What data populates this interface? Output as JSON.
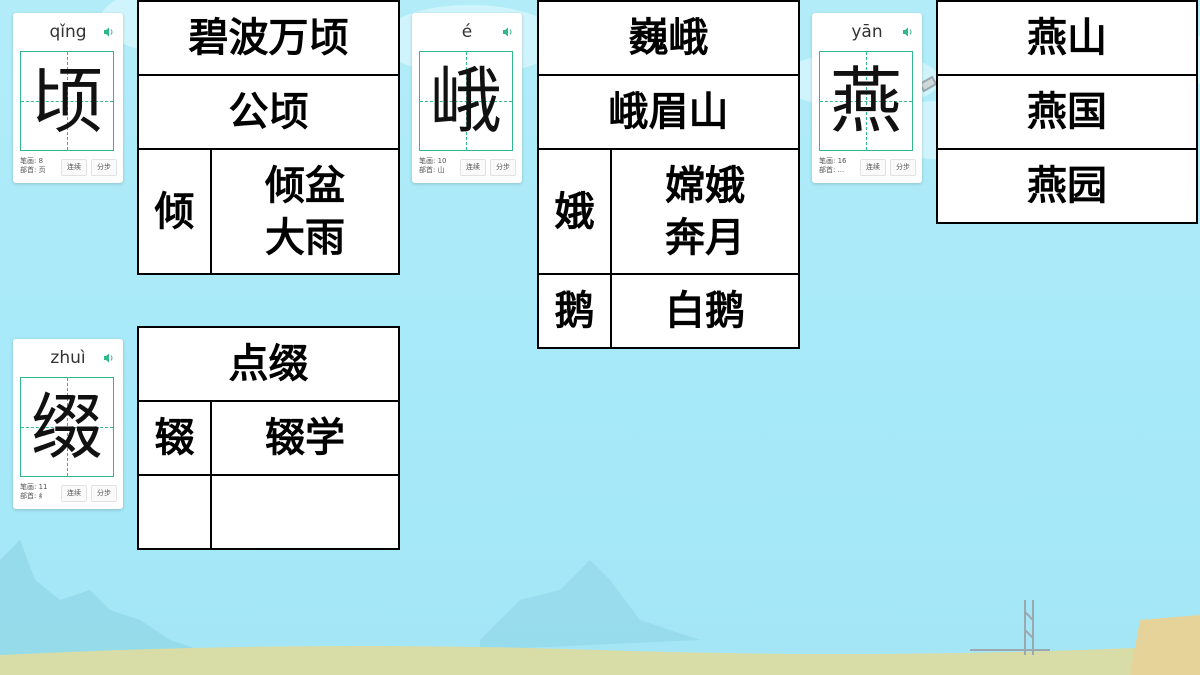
{
  "cards": [
    {
      "pinyin": "qǐng",
      "char": "顷",
      "strokes": "笔画: 8",
      "radical": "部首: 页",
      "btn_continuous": "连续",
      "btn_step": "分步"
    },
    {
      "pinyin": "é",
      "char": "峨",
      "strokes": "笔画: 10",
      "radical": "部首: 山",
      "btn_continuous": "连续",
      "btn_step": "分步"
    },
    {
      "pinyin": "yān",
      "char": "燕",
      "strokes": "笔画: 16",
      "radical": "部首: ...",
      "btn_continuous": "连续",
      "btn_step": "分步"
    },
    {
      "pinyin": "zhuì",
      "char": "缀",
      "strokes": "笔画: 11",
      "radical": "部首: 纟",
      "btn_continuous": "连续",
      "btn_step": "分步"
    }
  ],
  "tables": {
    "qing": {
      "row1": "碧波万顷",
      "row2": "公顷",
      "related_char": "倾",
      "related_word1": "倾盆",
      "related_word2": "大雨"
    },
    "e": {
      "row1": "巍峨",
      "row2": "峨眉山",
      "related_char1": "娥",
      "related_word1a": "嫦娥",
      "related_word1b": "奔月",
      "related_char2": "鹅",
      "related_word2": "白鹅"
    },
    "yan": {
      "row1": "燕山",
      "row2": "燕国",
      "row3": "燕园"
    },
    "zhui": {
      "row1": "点缀",
      "related_char": "辍",
      "related_word": "辍学",
      "empty_char": "",
      "empty_word": ""
    }
  }
}
